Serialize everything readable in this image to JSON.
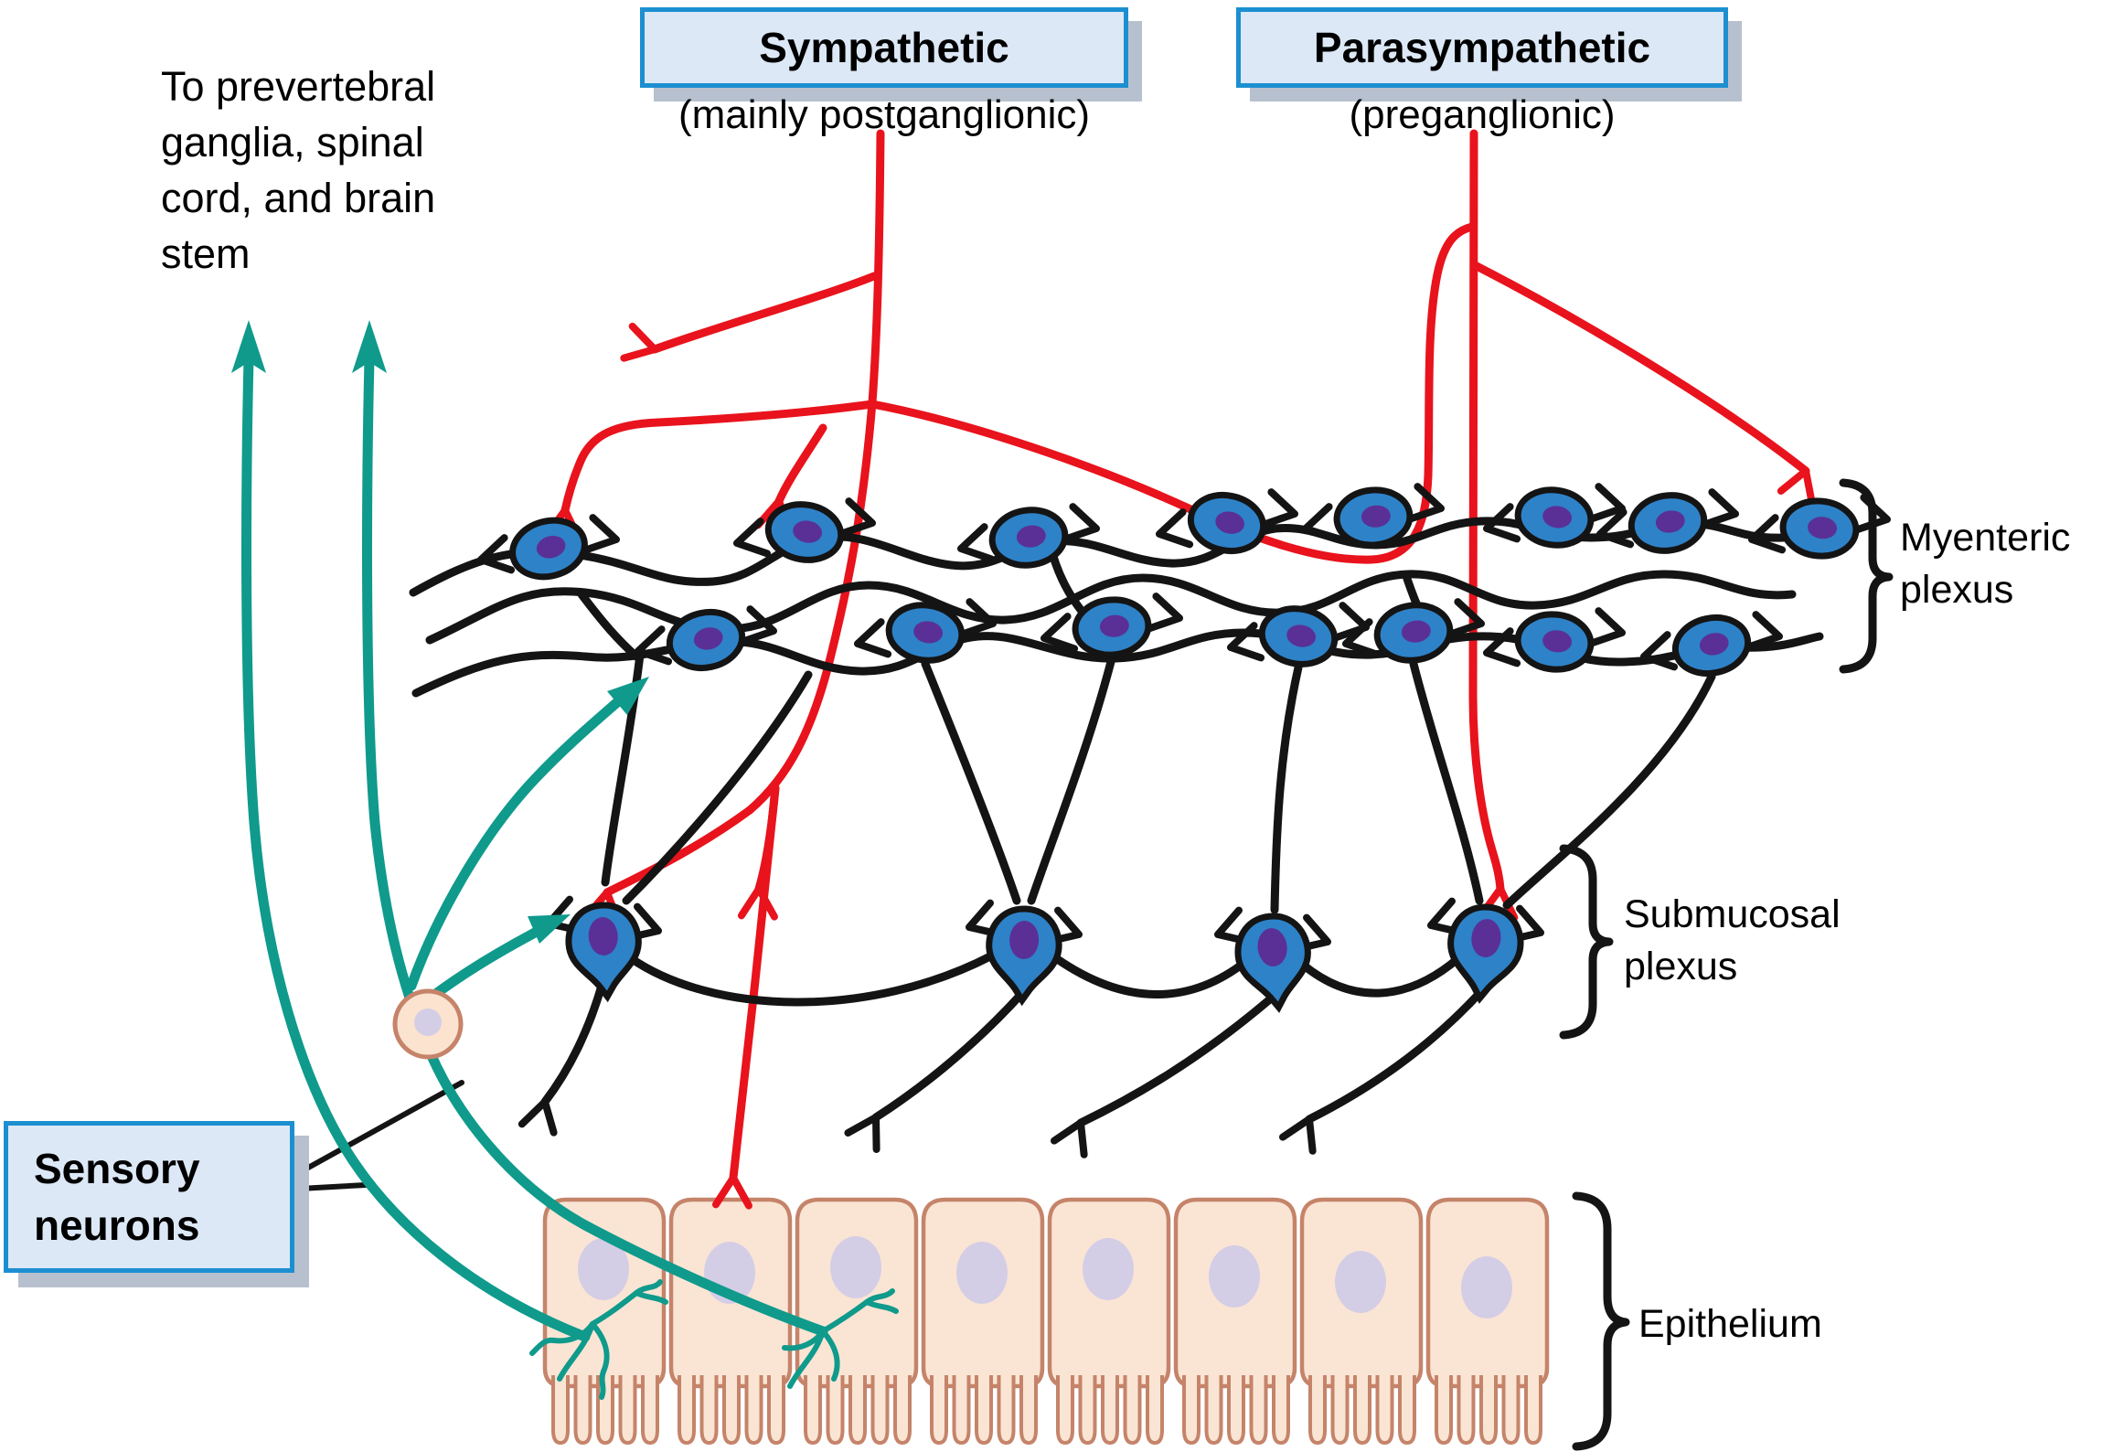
{
  "header": {
    "sympathetic": {
      "label": "Sympathetic",
      "sublabel": "(mainly postganglionic)"
    },
    "parasympathetic": {
      "label": "Parasympathetic",
      "sublabel": "(preganglionic)"
    }
  },
  "left_note": {
    "lines": [
      "To prevertebral",
      "ganglia, spinal",
      "cord, and brain",
      "stem"
    ]
  },
  "sensory_box": {
    "lines": [
      "Sensory",
      "neurons"
    ]
  },
  "region_labels": {
    "myenteric": {
      "lines": [
        "Myenteric",
        "plexus"
      ]
    },
    "submucosal": {
      "lines": [
        "Submucosal",
        "plexus"
      ]
    },
    "epithelium": {
      "label": "Epithelium"
    }
  },
  "colors": {
    "autonomic_fiber_red": "#e8131c",
    "sensory_fiber_teal": "#0f9a8c",
    "enteric_network_black": "#141414",
    "neuron_body_blue": "#2e82c8",
    "neuron_nucleus_purple": "#5a3096",
    "epithelium_cell_fill": "#fae5d4",
    "epithelium_cell_border": "#c5846a",
    "epithelium_nucleus": "#d4cde6",
    "callout_fill": "#dce8f6",
    "callout_border": "#1c8fd0",
    "callout_shadow": "#b7c0ce"
  }
}
